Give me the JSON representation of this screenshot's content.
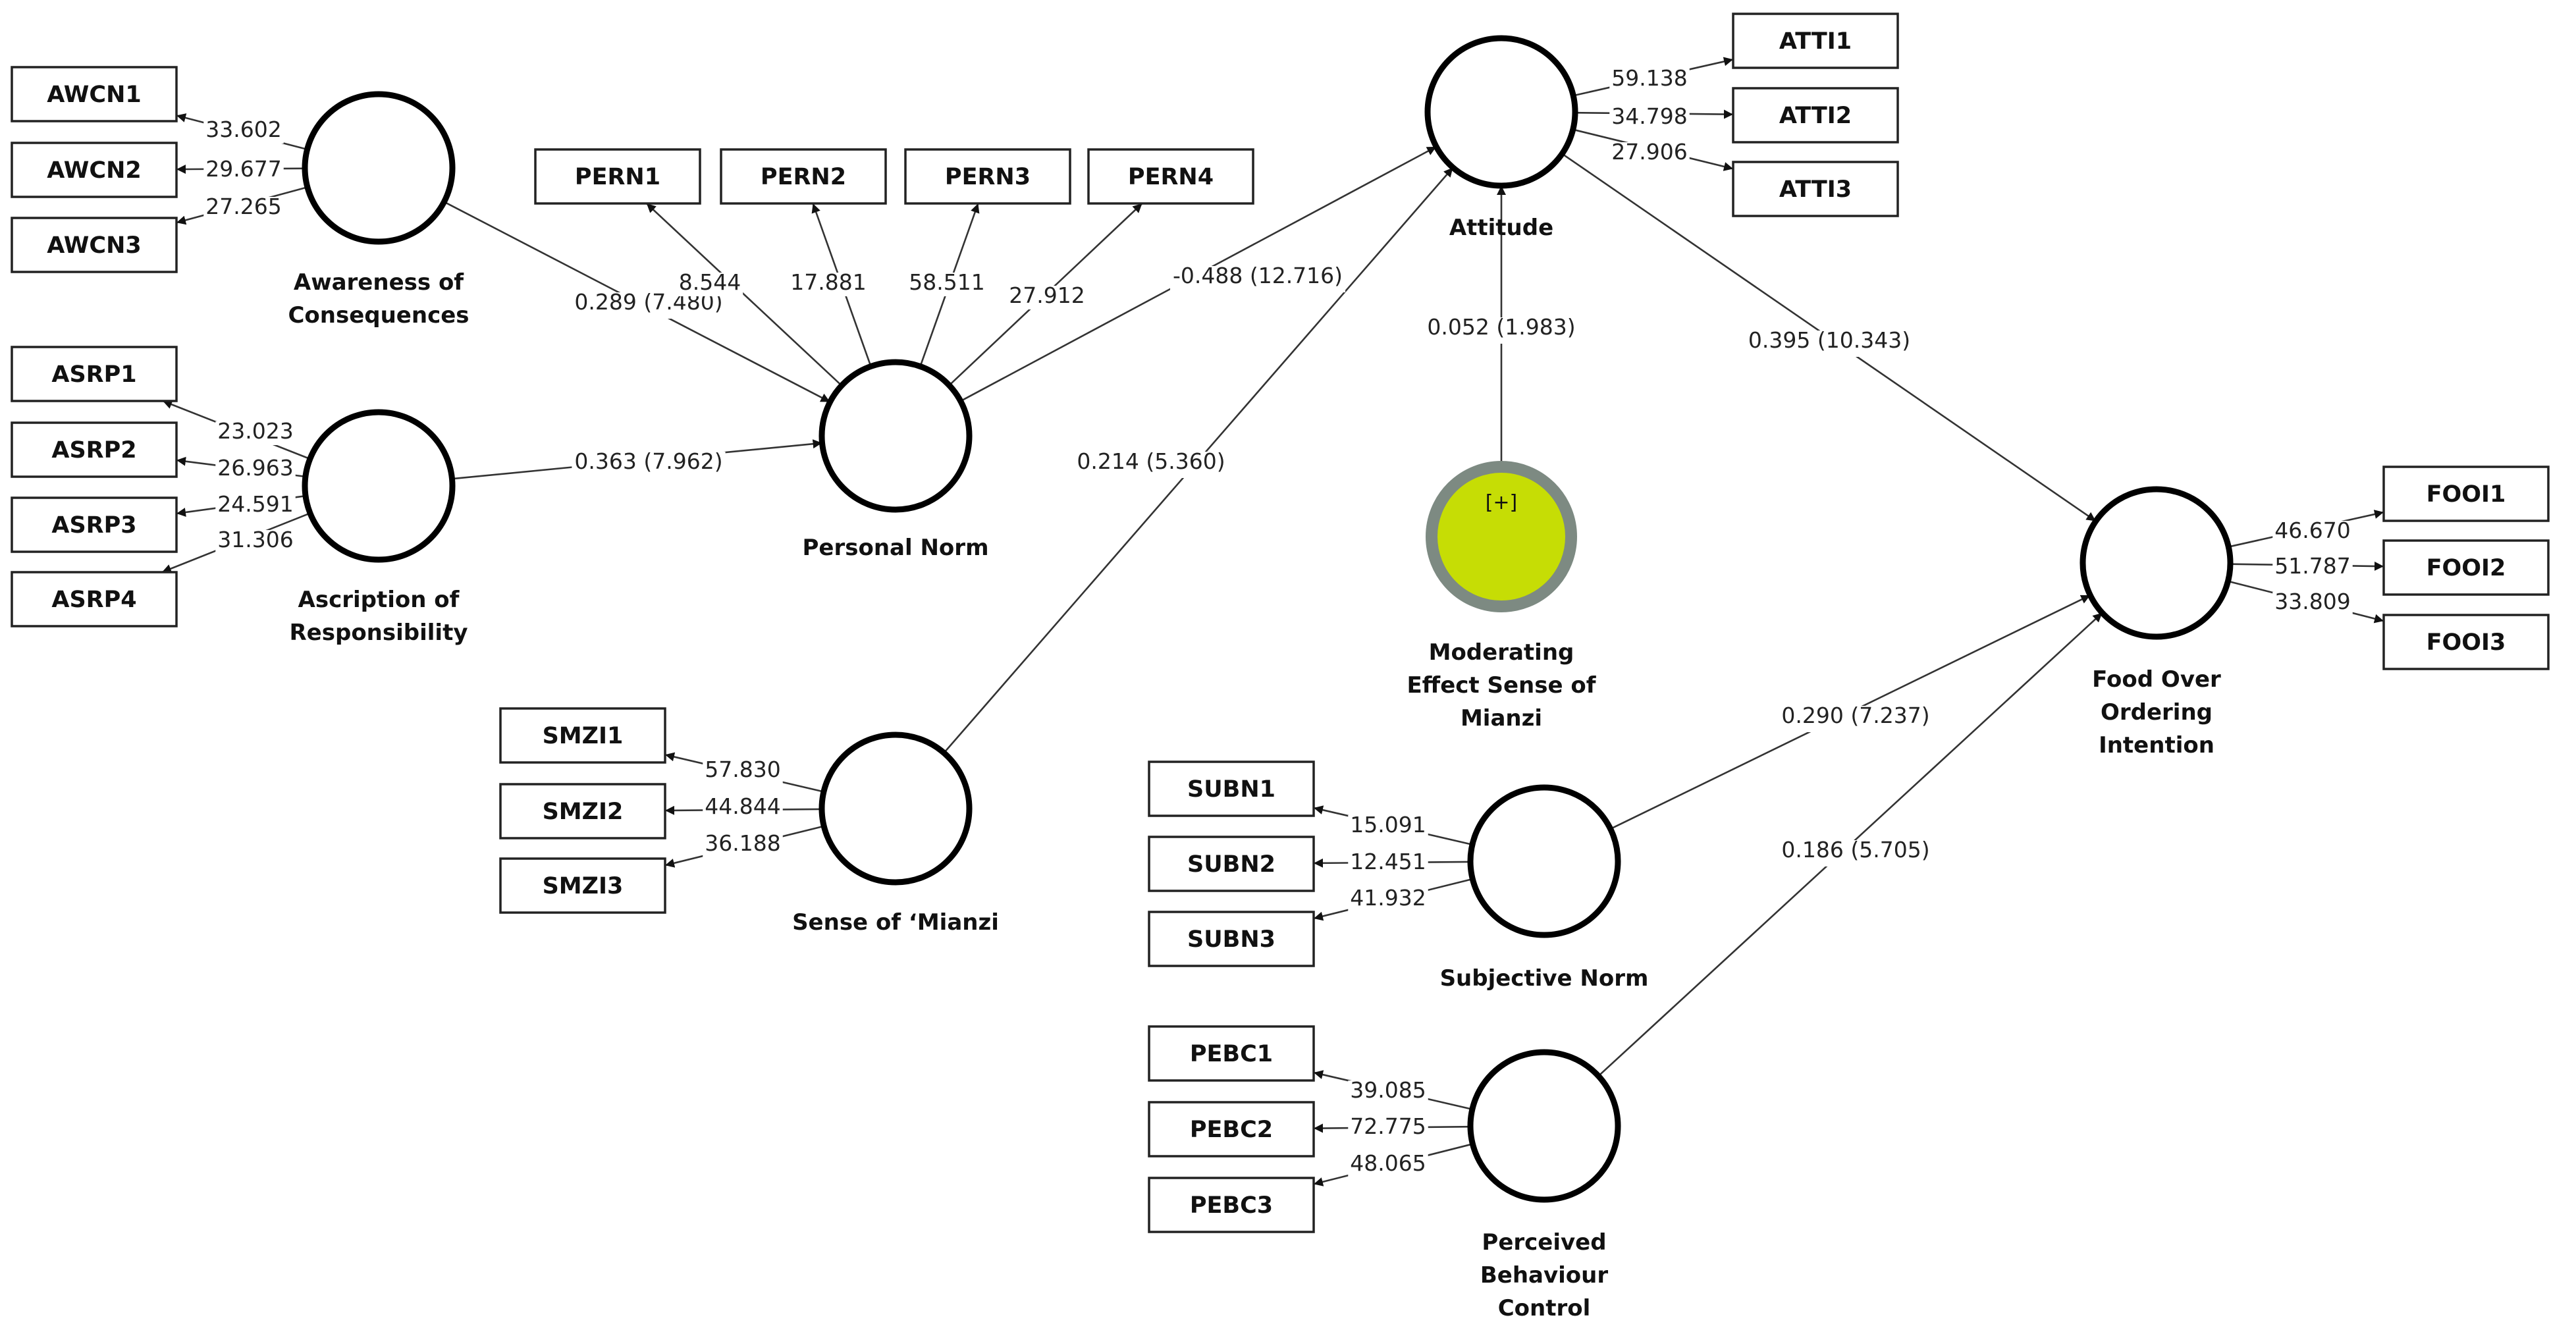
{
  "diagram": {
    "latent_variables": [
      {
        "id": "awcn",
        "label_lines": [
          "Awareness of",
          "Consequences"
        ]
      },
      {
        "id": "asrp",
        "label_lines": [
          "Ascription of",
          "Responsibility"
        ]
      },
      {
        "id": "pern",
        "label_lines": [
          "Personal Norm"
        ]
      },
      {
        "id": "smzi",
        "label_lines": [
          "Sense of ‘Mianzi"
        ]
      },
      {
        "id": "atti",
        "label_lines": [
          "Attitude"
        ]
      },
      {
        "id": "mod",
        "label_lines": [
          "Moderating",
          "Effect Sense of",
          "Mianzi"
        ],
        "inner_text": "[+]"
      },
      {
        "id": "fooi",
        "label_lines": [
          "Food Over",
          "Ordering",
          "Intention"
        ]
      },
      {
        "id": "subn",
        "label_lines": [
          "Subjective Norm"
        ]
      },
      {
        "id": "pebc",
        "label_lines": [
          "Perceived",
          "Behaviour",
          "Control"
        ]
      }
    ],
    "indicators": [
      {
        "id": "AWCN1",
        "label": "AWCN1",
        "latent": "awcn",
        "loading": "33.602"
      },
      {
        "id": "AWCN2",
        "label": "AWCN2",
        "latent": "awcn",
        "loading": "29.677"
      },
      {
        "id": "AWCN3",
        "label": "AWCN3",
        "latent": "awcn",
        "loading": "27.265"
      },
      {
        "id": "ASRP1",
        "label": "ASRP1",
        "latent": "asrp",
        "loading": "23.023"
      },
      {
        "id": "ASRP2",
        "label": "ASRP2",
        "latent": "asrp",
        "loading": "26.963"
      },
      {
        "id": "ASRP3",
        "label": "ASRP3",
        "latent": "asrp",
        "loading": "24.591"
      },
      {
        "id": "ASRP4",
        "label": "ASRP4",
        "latent": "asrp",
        "loading": "31.306"
      },
      {
        "id": "PERN1",
        "label": "PERN1",
        "latent": "pern",
        "loading": "8.544"
      },
      {
        "id": "PERN2",
        "label": "PERN2",
        "latent": "pern",
        "loading": "17.881"
      },
      {
        "id": "PERN3",
        "label": "PERN3",
        "latent": "pern",
        "loading": "58.511"
      },
      {
        "id": "PERN4",
        "label": "PERN4",
        "latent": "pern",
        "loading": "27.912"
      },
      {
        "id": "SMZI1",
        "label": "SMZI1",
        "latent": "smzi",
        "loading": "57.830"
      },
      {
        "id": "SMZI2",
        "label": "SMZI2",
        "latent": "smzi",
        "loading": "44.844"
      },
      {
        "id": "SMZI3",
        "label": "SMZI3",
        "latent": "smzi",
        "loading": "36.188"
      },
      {
        "id": "ATTI1",
        "label": "ATTI1",
        "latent": "atti",
        "loading": "59.138"
      },
      {
        "id": "ATTI2",
        "label": "ATTI2",
        "latent": "atti",
        "loading": "34.798"
      },
      {
        "id": "ATTI3",
        "label": "ATTI3",
        "latent": "atti",
        "loading": "27.906"
      },
      {
        "id": "FOOI1",
        "label": "FOOI1",
        "latent": "fooi",
        "loading": "46.670"
      },
      {
        "id": "FOOI2",
        "label": "FOOI2",
        "latent": "fooi",
        "loading": "51.787"
      },
      {
        "id": "FOOI3",
        "label": "FOOI3",
        "latent": "fooi",
        "loading": "33.809"
      },
      {
        "id": "SUBN1",
        "label": "SUBN1",
        "latent": "subn",
        "loading": "15.091"
      },
      {
        "id": "SUBN2",
        "label": "SUBN2",
        "latent": "subn",
        "loading": "12.451"
      },
      {
        "id": "SUBN3",
        "label": "SUBN3",
        "latent": "subn",
        "loading": "41.932"
      },
      {
        "id": "PEBC1",
        "label": "PEBC1",
        "latent": "pebc",
        "loading": "39.085"
      },
      {
        "id": "PEBC2",
        "label": "PEBC2",
        "latent": "pebc",
        "loading": "72.775"
      },
      {
        "id": "PEBC3",
        "label": "PEBC3",
        "latent": "pebc",
        "loading": "48.065"
      }
    ],
    "paths": [
      {
        "id": "awcn-pern",
        "from": "awcn",
        "to": "pern",
        "label": "0.289 (7.480)"
      },
      {
        "id": "asrp-pern",
        "from": "asrp",
        "to": "pern",
        "label": "0.363 (7.962)"
      },
      {
        "id": "pern-atti",
        "from": "pern",
        "to": "atti",
        "label": "-0.488 (12.716)"
      },
      {
        "id": "smzi-atti",
        "from": "smzi",
        "to": "atti",
        "label": "0.214 (5.360)"
      },
      {
        "id": "mod-atti",
        "from": "mod",
        "to": "atti",
        "label": "0.052 (1.983)"
      },
      {
        "id": "atti-fooi",
        "from": "atti",
        "to": "fooi",
        "label": "0.395 (10.343)"
      },
      {
        "id": "subn-fooi",
        "from": "subn",
        "to": "fooi",
        "label": "0.290 (7.237)"
      },
      {
        "id": "pebc-fooi",
        "from": "pebc",
        "to": "fooi",
        "label": "0.186 (5.705)"
      }
    ]
  }
}
